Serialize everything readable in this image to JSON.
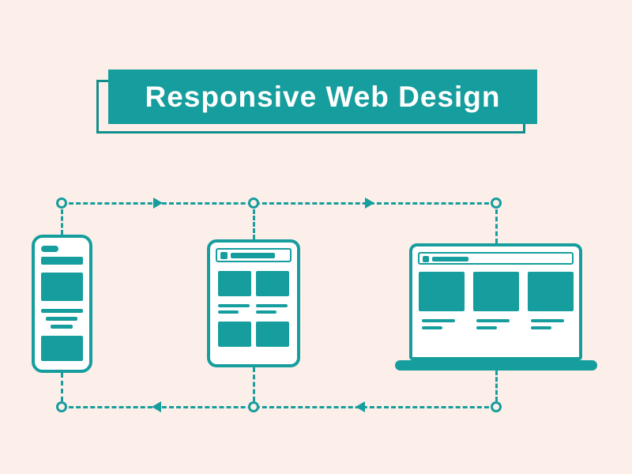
{
  "title": {
    "text": "Responsive Web Design"
  },
  "colors": {
    "primary_teal": "#169d9d",
    "background_pink": "#fcefe9",
    "text_white": "#ffffff"
  },
  "diagram": {
    "devices": [
      {
        "icon": "smartphone-icon",
        "label": "smartphone wireframe"
      },
      {
        "icon": "tablet-icon",
        "label": "tablet wireframe"
      },
      {
        "icon": "laptop-icon",
        "label": "laptop wireframe"
      }
    ],
    "flow": {
      "top_arrows_direction": "right",
      "bottom_arrows_direction": "left",
      "line_style": "dashed",
      "node_shape": "circle"
    }
  }
}
